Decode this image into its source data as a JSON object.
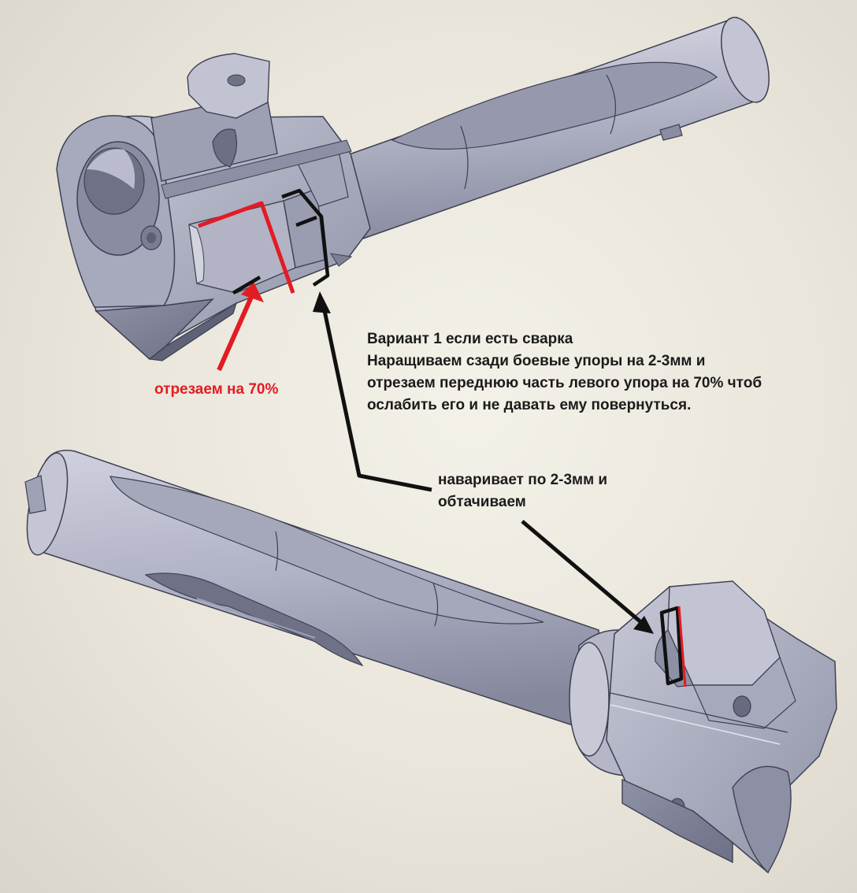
{
  "annotations": {
    "cut_label": "отрезаем на 70%",
    "variant_title": "Вариант 1 если есть сварка",
    "variant_lines": [
      "Наращиваем сзади боевые упоры на 2-3мм и",
      "отрезаем переднюю часть левого упора на 70% чтоб",
      "ослабить его и не давать ему повернуться."
    ],
    "weld_lines": [
      "наваривает по 2-3мм и",
      "обтачиваем"
    ]
  },
  "colors": {
    "metal_light": "#c9cbda",
    "metal_mid": "#a9abbe",
    "metal_dark": "#7e8196",
    "edge": "#3e4052",
    "annotation_red": "#e31b23",
    "annotation_black": "#111111"
  }
}
